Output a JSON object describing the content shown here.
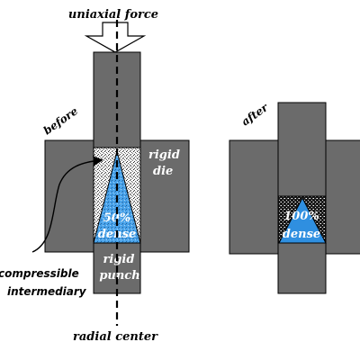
{
  "labels": {
    "uniaxial_force": "uniaxial force",
    "before": "before",
    "after": "after",
    "rigid_die_1": "rigid",
    "rigid_die_2": "die",
    "percent_50": "50%",
    "dense_50": "dense",
    "rigid_punch_1": "rigid",
    "rigid_punch_2": "punch",
    "percent_100": "100%",
    "dense_100": "dense",
    "compressible_1": "compressible",
    "compressible_2": "intermediary",
    "radial_center": "radial center"
  },
  "colors": {
    "gray": "#6b6b6b",
    "sample_blue": "#2f8fe0",
    "sample_light_blue": "#7ec0f2",
    "outline": "#000000"
  }
}
